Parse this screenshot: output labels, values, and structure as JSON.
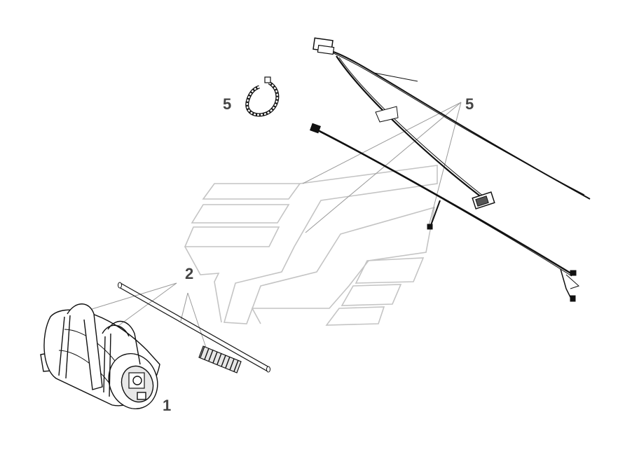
{
  "callouts": [
    {
      "id": "callout-1",
      "label": "1"
    },
    {
      "id": "callout-2",
      "label": "2"
    },
    {
      "id": "callout-5-left",
      "label": "5"
    },
    {
      "id": "callout-5-right",
      "label": "5"
    }
  ],
  "colors": {
    "line": "#111111",
    "watermark": "#c8c8c8",
    "label": "#444444",
    "fill_light": "#e8e8e8",
    "fill_mid": "#bdbdbd"
  }
}
